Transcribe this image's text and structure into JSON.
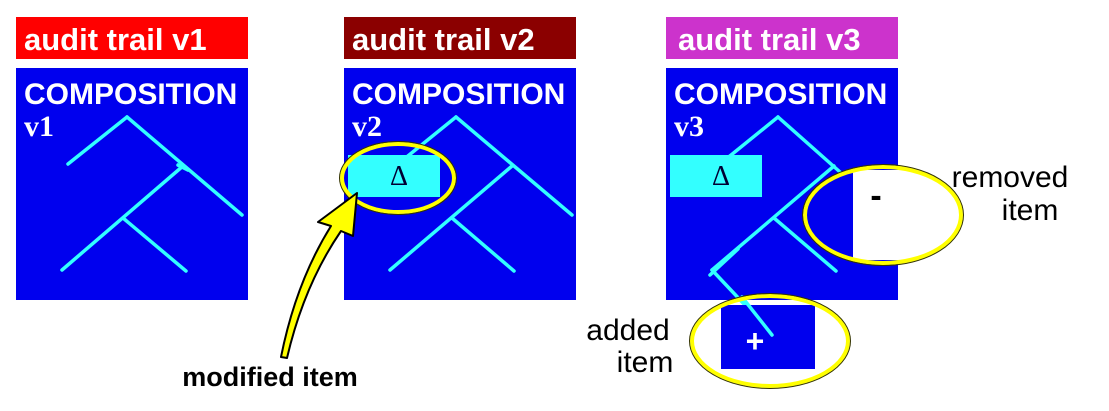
{
  "panels": [
    {
      "header": "audit trail v1",
      "header_color": "#ff0000",
      "title": "COMPOSITION",
      "version": "v1"
    },
    {
      "header": "audit trail v2",
      "header_color": "#8b0000",
      "title": "COMPOSITION",
      "version": "v2"
    },
    {
      "header": "audit trail v3",
      "header_color": "#cc33cc",
      "title": "COMPOSITION",
      "version": "v3"
    }
  ],
  "colors": {
    "panel_fill": "#0000ee",
    "tree_line": "#33ffff",
    "item_box": "#33ffff",
    "highlight_ring": "#ffff00",
    "arrow_fill": "#ffff00"
  },
  "markers": {
    "modified_symbol": "Δ",
    "removed_symbol": "-",
    "added_symbol": "+"
  },
  "annotations": {
    "modified": "modified item",
    "removed_line1": "removed",
    "removed_line2": "item",
    "added_line1": "added",
    "added_line2": "item"
  }
}
